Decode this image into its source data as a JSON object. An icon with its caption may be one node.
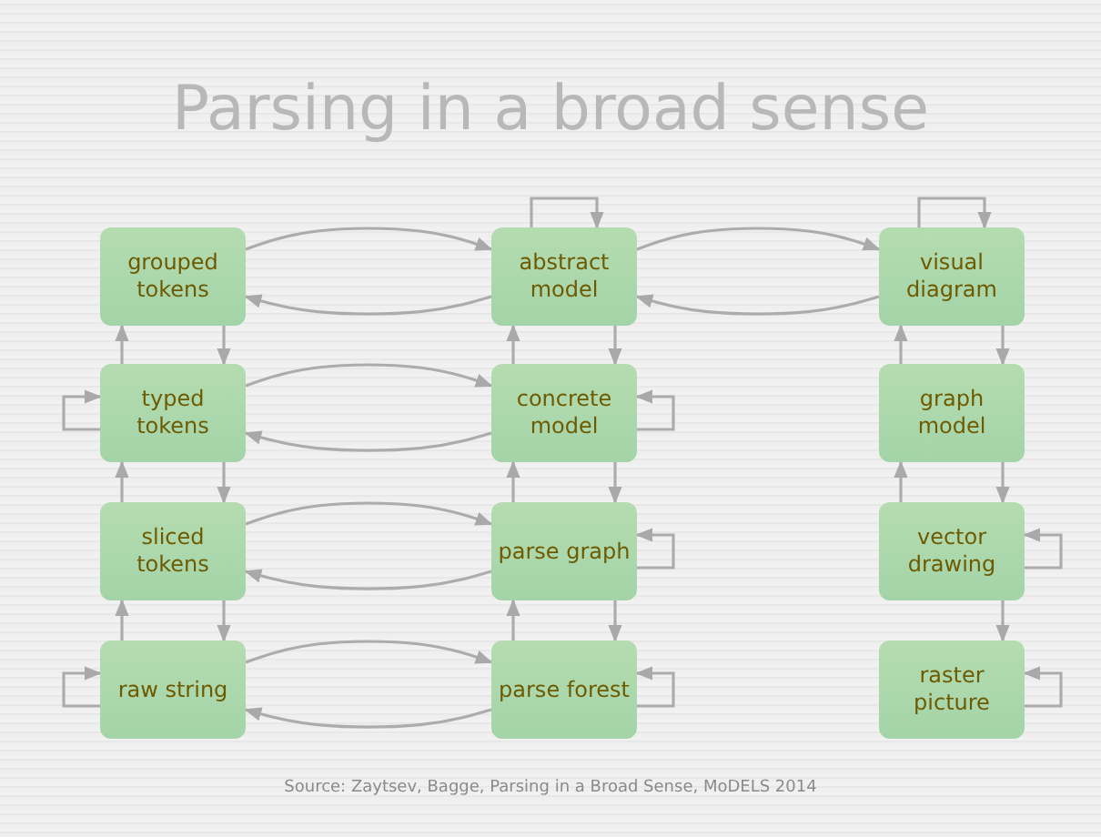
{
  "diagram": {
    "title": "Parsing in a broad sense",
    "caption": "Source: Zaytsev, Bagge, Parsing in a Broad Sense, MoDELS 2014",
    "nodes": [
      {
        "text": [
          "grouped tokens"
        ]
      },
      {
        "text": [
          "abstract model"
        ]
      },
      {
        "text": [
          "visual diagram"
        ]
      },
      {
        "text": [
          "typed tokens"
        ]
      },
      {
        "text": [
          "concrete model"
        ]
      },
      {
        "text": [
          "graph model"
        ]
      },
      {
        "text": [
          "sliced tokens"
        ]
      },
      {
        "text": [
          "parse graph"
        ]
      },
      {
        "text": [
          "vector drawing"
        ]
      },
      {
        "text": [
          "raw string"
        ]
      },
      {
        "text": [
          "parse forest"
        ]
      },
      {
        "text": [
          "raster picture"
        ]
      }
    ],
    "edges": [
      {
        "from": 0,
        "to": 1,
        "arrow": "to"
      },
      {
        "from": 1,
        "to": 0,
        "arrow": "to"
      },
      {
        "from": 1,
        "to": 2,
        "arrow": "to"
      },
      {
        "from": 2,
        "to": 1,
        "arrow": "to"
      },
      {
        "from": 3,
        "to": 4,
        "arrow": "to"
      },
      {
        "from": 4,
        "to": 3,
        "arrow": "to"
      },
      {
        "from": 6,
        "to": 7,
        "arrow": "to"
      },
      {
        "from": 7,
        "to": 6,
        "arrow": "to"
      },
      {
        "from": 9,
        "to": 10,
        "arrow": "to"
      },
      {
        "from": 10,
        "to": 9,
        "arrow": "to"
      },
      {
        "from": 3,
        "to": 0,
        "arrow": "to"
      },
      {
        "from": 0,
        "to": 3,
        "arrow": "to"
      },
      {
        "from": 6,
        "to": 3,
        "arrow": "to"
      },
      {
        "from": 3,
        "to": 6,
        "arrow": "to"
      },
      {
        "from": 9,
        "to": 6,
        "arrow": "to"
      },
      {
        "from": 6,
        "to": 9,
        "arrow": "to"
      },
      {
        "from": 4,
        "to": 1,
        "arrow": "to"
      },
      {
        "from": 1,
        "to": 4,
        "arrow": "to"
      },
      {
        "from": 7,
        "to": 4,
        "arrow": "to"
      },
      {
        "from": 4,
        "to": 7,
        "arrow": "to"
      },
      {
        "from": 10,
        "to": 7,
        "arrow": "to"
      },
      {
        "from": 7,
        "to": 10,
        "arrow": "to"
      },
      {
        "from": 5,
        "to": 2,
        "arrow": "to"
      },
      {
        "from": 2,
        "to": 5,
        "arrow": "to"
      },
      {
        "from": 8,
        "to": 5,
        "arrow": "to"
      },
      {
        "from": 5,
        "to": 8,
        "arrow": "to"
      },
      {
        "from": 8,
        "to": 11,
        "arrow": "to"
      },
      {
        "from": 1,
        "to": 1,
        "arrow": "to"
      },
      {
        "from": 2,
        "to": 2,
        "arrow": "to"
      },
      {
        "from": 3,
        "to": 3,
        "arrow": "to"
      },
      {
        "from": 9,
        "to": 9,
        "arrow": "to"
      },
      {
        "from": 4,
        "to": 4,
        "arrow": "to"
      },
      {
        "from": 7,
        "to": 7,
        "arrow": "to"
      },
      {
        "from": 10,
        "to": 10,
        "arrow": "to"
      },
      {
        "from": 8,
        "to": 8,
        "arrow": "to"
      },
      {
        "from": 11,
        "to": 11,
        "arrow": "to"
      }
    ]
  }
}
